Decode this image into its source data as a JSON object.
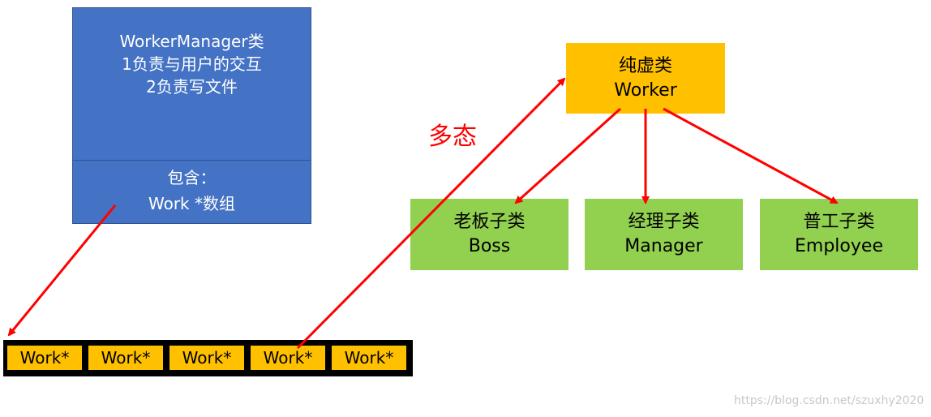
{
  "manager_box": {
    "lines": [
      "WorkerManager类",
      "1负责与用户的交互",
      "2负责写文件"
    ],
    "contains_lines": [
      "包含：",
      "Work *数组"
    ]
  },
  "array": {
    "cells": [
      "Work*",
      "Work*",
      "Work*",
      "Work*",
      "Work*"
    ]
  },
  "base_class": {
    "lines": [
      "纯虚类",
      "Worker"
    ]
  },
  "subclasses": [
    {
      "lines": [
        "老板子类",
        "Boss"
      ]
    },
    {
      "lines": [
        "经理子类",
        "Manager"
      ]
    },
    {
      "lines": [
        "普工子类",
        "Employee"
      ]
    }
  ],
  "polymorphism_label": "多态",
  "watermark": "https://blog.csdn.net/szuxhy2020",
  "colors": {
    "manager_fill": "#4472c4",
    "worker_fill": "#ffc000",
    "subclass_fill": "#92d050",
    "arrow": "#ff0000"
  }
}
